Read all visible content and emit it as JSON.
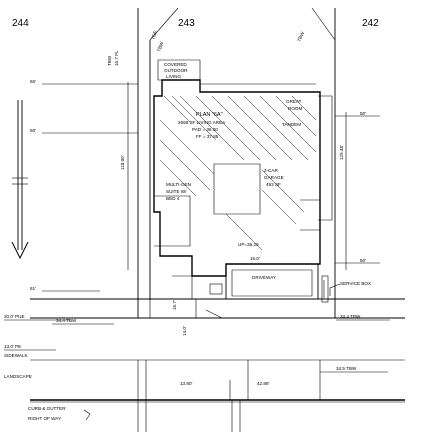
{
  "lots": {
    "left": "244",
    "center": "243",
    "right": "242"
  },
  "dims": {
    "d66": "66'",
    "d50_left": "50'",
    "d50_right_top": "50'",
    "d50_right_mid": "50'",
    "d118": "118.00'",
    "d125": "125.48'",
    "d200": "20.0' PUE",
    "d130": "13.0' PE",
    "d1390": "13.90'",
    "d4288": "42.88'",
    "d160": "16.0'",
    "d140": "14.0'",
    "d157": "15.7'",
    "d61": "61'",
    "d344a": "34.4 TBW",
    "d344b": "34.4 TBW",
    "d345": "34.5 TBW",
    "top_a": "15.7 FL",
    "top_b": "TOE",
    "top_c": "TBW",
    "top_d": "TBW",
    "top_e": "TBW"
  },
  "notes": {
    "covered1": "COVERED",
    "covered2": "OUTDOOR",
    "covered3": "LIVING",
    "plan1": "PLAN \"6A\"",
    "plan2": "2668 SF LIVING AREA",
    "plan3": "PAD = 36.00",
    "plan4": "FF = 37.85",
    "great1": "GREAT",
    "great2": "ROOM",
    "great3": "TANDEM",
    "car1": "2-CAR",
    "car2": "GARAGE",
    "car3": "493 SF",
    "multi1": "MULTI-GEN",
    "multi2": "SUITE W/",
    "multi3": "BED 4",
    "up": "UP=36.29",
    "driveway": "DRIVEWAY",
    "service": "SERVICE BOX",
    "sidewalk": "SIDEWALK",
    "landscape": "LANDSCAPE",
    "curb": "CURB & GUTTER",
    "row": "RIGHT OF WAY"
  }
}
